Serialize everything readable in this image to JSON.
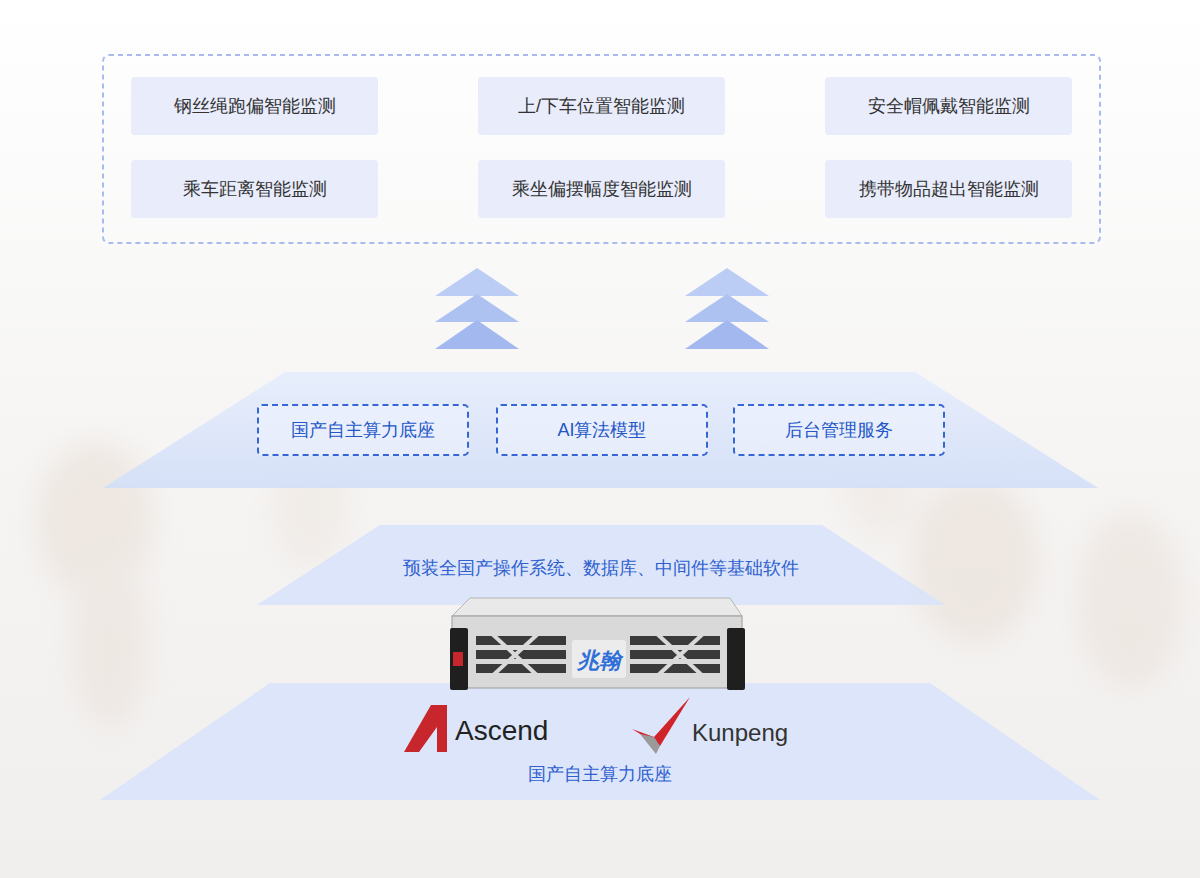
{
  "diagram": {
    "nodes": [
      {
        "text": [
          "钢丝绳跑偏智能监测"
        ]
      },
      {
        "text": [
          "上/下车位置智能监测"
        ]
      },
      {
        "text": [
          "安全帽佩戴智能监测"
        ]
      },
      {
        "text": [
          "乘车距离智能监测"
        ]
      },
      {
        "text": [
          "乘坐偏摆幅度智能监测"
        ]
      },
      {
        "text": [
          "携带物品超出智能监测"
        ]
      },
      {
        "text": [
          "国产自主算力底座"
        ]
      },
      {
        "text": [
          "AI算法模型"
        ]
      },
      {
        "text": [
          "后台管理服务"
        ]
      },
      {
        "text": [
          "预装全国产操作系统、数据库、中间件等基础软件"
        ]
      },
      {
        "text": [
          "Ascend",
          "Kunpeng",
          "国产自主算力底座"
        ]
      }
    ],
    "labels": [
      "兆翰"
    ]
  }
}
